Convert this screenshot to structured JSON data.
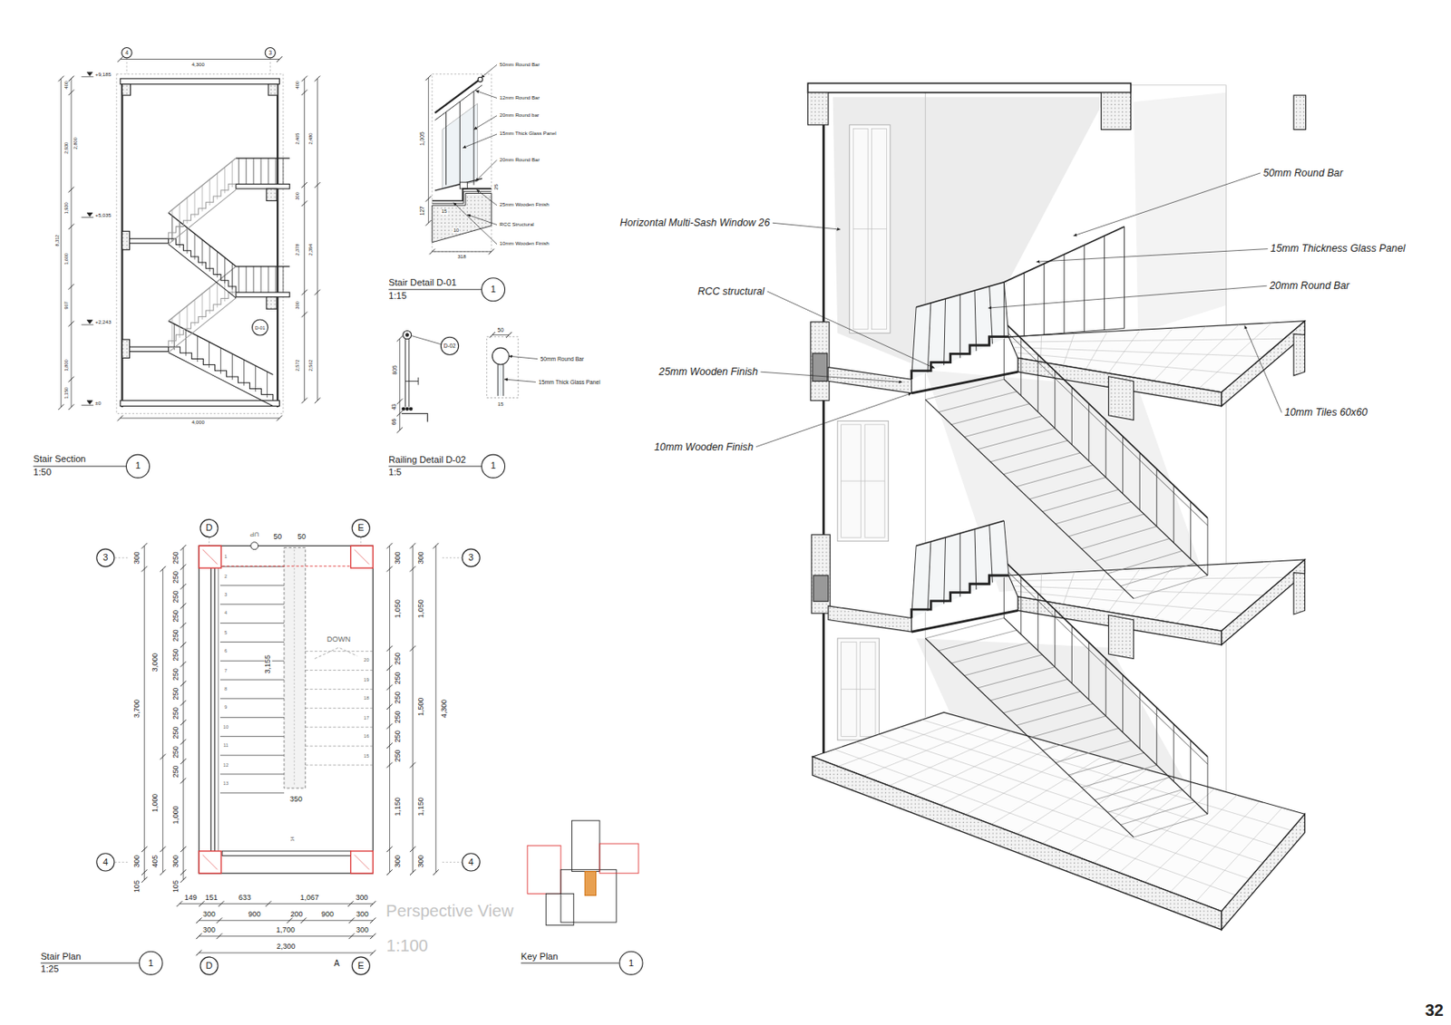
{
  "diagram": {
    "nodes": [
      {
        "text": [
          "4"
        ]
      },
      {
        "text": [
          "3"
        ]
      },
      {
        "text": [
          "D-01"
        ]
      },
      {
        "text": [
          "1"
        ]
      },
      {
        "text": [
          "D-02"
        ]
      },
      {
        "text": [
          "1"
        ]
      },
      {
        "text": [
          "1"
        ]
      },
      {
        "text": [
          "D"
        ]
      },
      {
        "text": [
          "E"
        ]
      },
      {
        "text": [
          "3"
        ]
      },
      {
        "text": [
          "3"
        ]
      },
      {
        "text": [
          "4"
        ]
      },
      {
        "text": [
          "4"
        ]
      },
      {
        "text": [
          "1"
        ]
      },
      {
        "text": [
          "D"
        ]
      },
      {
        "text": [
          "E"
        ]
      },
      {
        "text": [
          "1"
        ]
      }
    ],
    "labels": [
      "+9,185",
      "+5,035",
      "+2,243",
      "±0",
      "4,300",
      "4,000",
      "400",
      "2,930",
      "1,930",
      "1,600",
      "907",
      "1,800",
      "1,150",
      "8,312",
      "2,800",
      "400",
      "2,465",
      "2,480",
      "300",
      "2,378",
      "2,394",
      "300",
      "2,572",
      "2,562",
      "Stair Section",
      "1:50",
      "50mm Round Bar",
      "12mm Round Bar",
      "20mm Round bar",
      "15mm Thick Glass Panel",
      "20mm Round Bar",
      "25mm Wooden Finish",
      "RCC Structural",
      "10mm Wooden Finish",
      "1,005",
      "127",
      "15",
      "10",
      "25",
      "318",
      "Stair Detail D-01",
      "1:15",
      "805",
      "43",
      "66",
      "50",
      "50mm Round Bar",
      "15mm Thick Glass Panel",
      "15",
      "Railing Detail D-02",
      "1:5",
      "UP",
      "50",
      "50",
      "1",
      "2",
      "3",
      "4",
      "5",
      "6",
      "7",
      "8",
      "9",
      "10",
      "11",
      "12",
      "13",
      "DOWN",
      "20",
      "19",
      "18",
      "17",
      "16",
      "15",
      "14",
      "3,155",
      "350",
      "300",
      "3,700",
      "300",
      "105",
      "3,000",
      "1,000",
      "405",
      "250",
      "250",
      "250",
      "250",
      "250",
      "250",
      "250",
      "250",
      "250",
      "250",
      "250",
      "250",
      "1,000",
      "300",
      "105",
      "300",
      "1,050",
      "250",
      "250",
      "250",
      "250",
      "250",
      "250",
      "1,150",
      "300",
      "300",
      "1,050",
      "1,500",
      "1,150",
      "300",
      "4,300",
      "149",
      "151",
      "633",
      "1,067",
      "300",
      "300",
      "900",
      "200",
      "900",
      "300",
      "300",
      "1,700",
      "300",
      "2,300",
      "A",
      "Perspective View",
      "1:100",
      "Stair Plan",
      "1:25",
      "Key Plan",
      "50mm Round Bar",
      "15mm Thickness Glass Panel",
      "20mm Round Bar",
      "Horizontal Multi-Sash Window 26",
      "RCC structural",
      "25mm Wooden Finish",
      "10mm Wooden Finish",
      "10mm Tiles 60x60",
      "32"
    ]
  }
}
